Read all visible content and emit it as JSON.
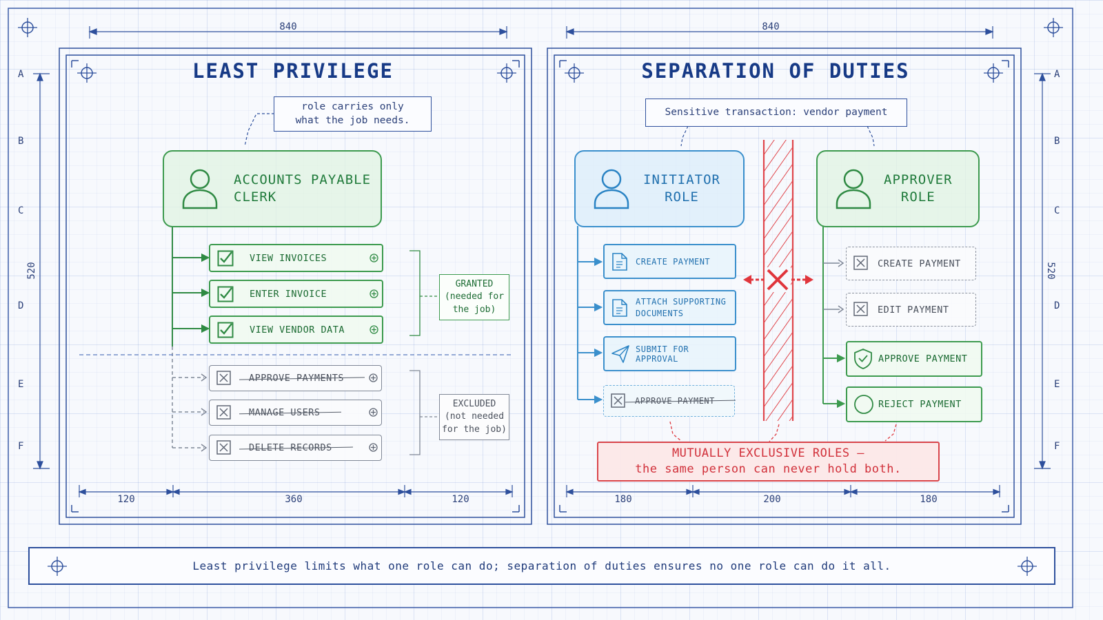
{
  "dimensions": {
    "left_width": "840",
    "right_width": "840",
    "height_left": "520",
    "height_right": "520",
    "left_cols": [
      "120",
      "360",
      "120"
    ],
    "right_cols": [
      "180",
      "200",
      "180"
    ]
  },
  "row_labels": [
    "A",
    "B",
    "C",
    "D",
    "E",
    "F"
  ],
  "least_privilege": {
    "title": "LEAST PRIVILEGE",
    "note_line1": "role carries only",
    "note_line2": "what the job needs.",
    "role_line1": "ACCOUNTS PAYABLE",
    "role_line2": "CLERK",
    "granted": [
      "VIEW INVOICES",
      "ENTER INVOICE",
      "VIEW VENDOR DATA"
    ],
    "excluded": [
      "APPROVE PAYMENTS",
      "MANAGE USERS",
      "DELETE RECORDS"
    ],
    "granted_tag": [
      "GRANTED",
      "(needed for",
      "the job)"
    ],
    "excluded_tag": [
      "EXCLUDED",
      "(not needed",
      "for the job)"
    ]
  },
  "separation_of_duties": {
    "title": "SEPARATION OF DUTIES",
    "note": "Sensitive transaction: vendor payment",
    "initiator_line1": "INITIATOR",
    "initiator_line2": "ROLE",
    "approver_line1": "APPROVER",
    "approver_line2": "ROLE",
    "initiator_items": [
      "CREATE PAYMENT",
      "ATTACH SUPPORTING",
      "DOCUMENTS",
      "SUBMIT FOR APPROVAL",
      "APPROVE PAYMENT"
    ],
    "approver_items": [
      "CREATE PAYMENT",
      "EDIT PAYMENT",
      "APPROVE PAYMENT",
      "REJECT PAYMENT"
    ],
    "alert_line1": "MUTUALLY EXCLUSIVE ROLES —",
    "alert_line2": "the same person can never hold both."
  },
  "footer": "Least privilege limits what one role can do; separation of duties ensures no one role can do it all.",
  "colors": {
    "frame": "#2d4f9c",
    "granted": "#3c9a4e",
    "initiator": "#3a8fcc",
    "excluded": "#7f8796",
    "conflict": "#d9444a"
  },
  "icons": [
    "crosshair-icon",
    "user-icon",
    "checkbox-checked-icon",
    "checkbox-x-icon",
    "add-circle-icon",
    "document-icon",
    "send-icon",
    "shield-check-icon",
    "circle-icon",
    "conflict-x-icon"
  ]
}
